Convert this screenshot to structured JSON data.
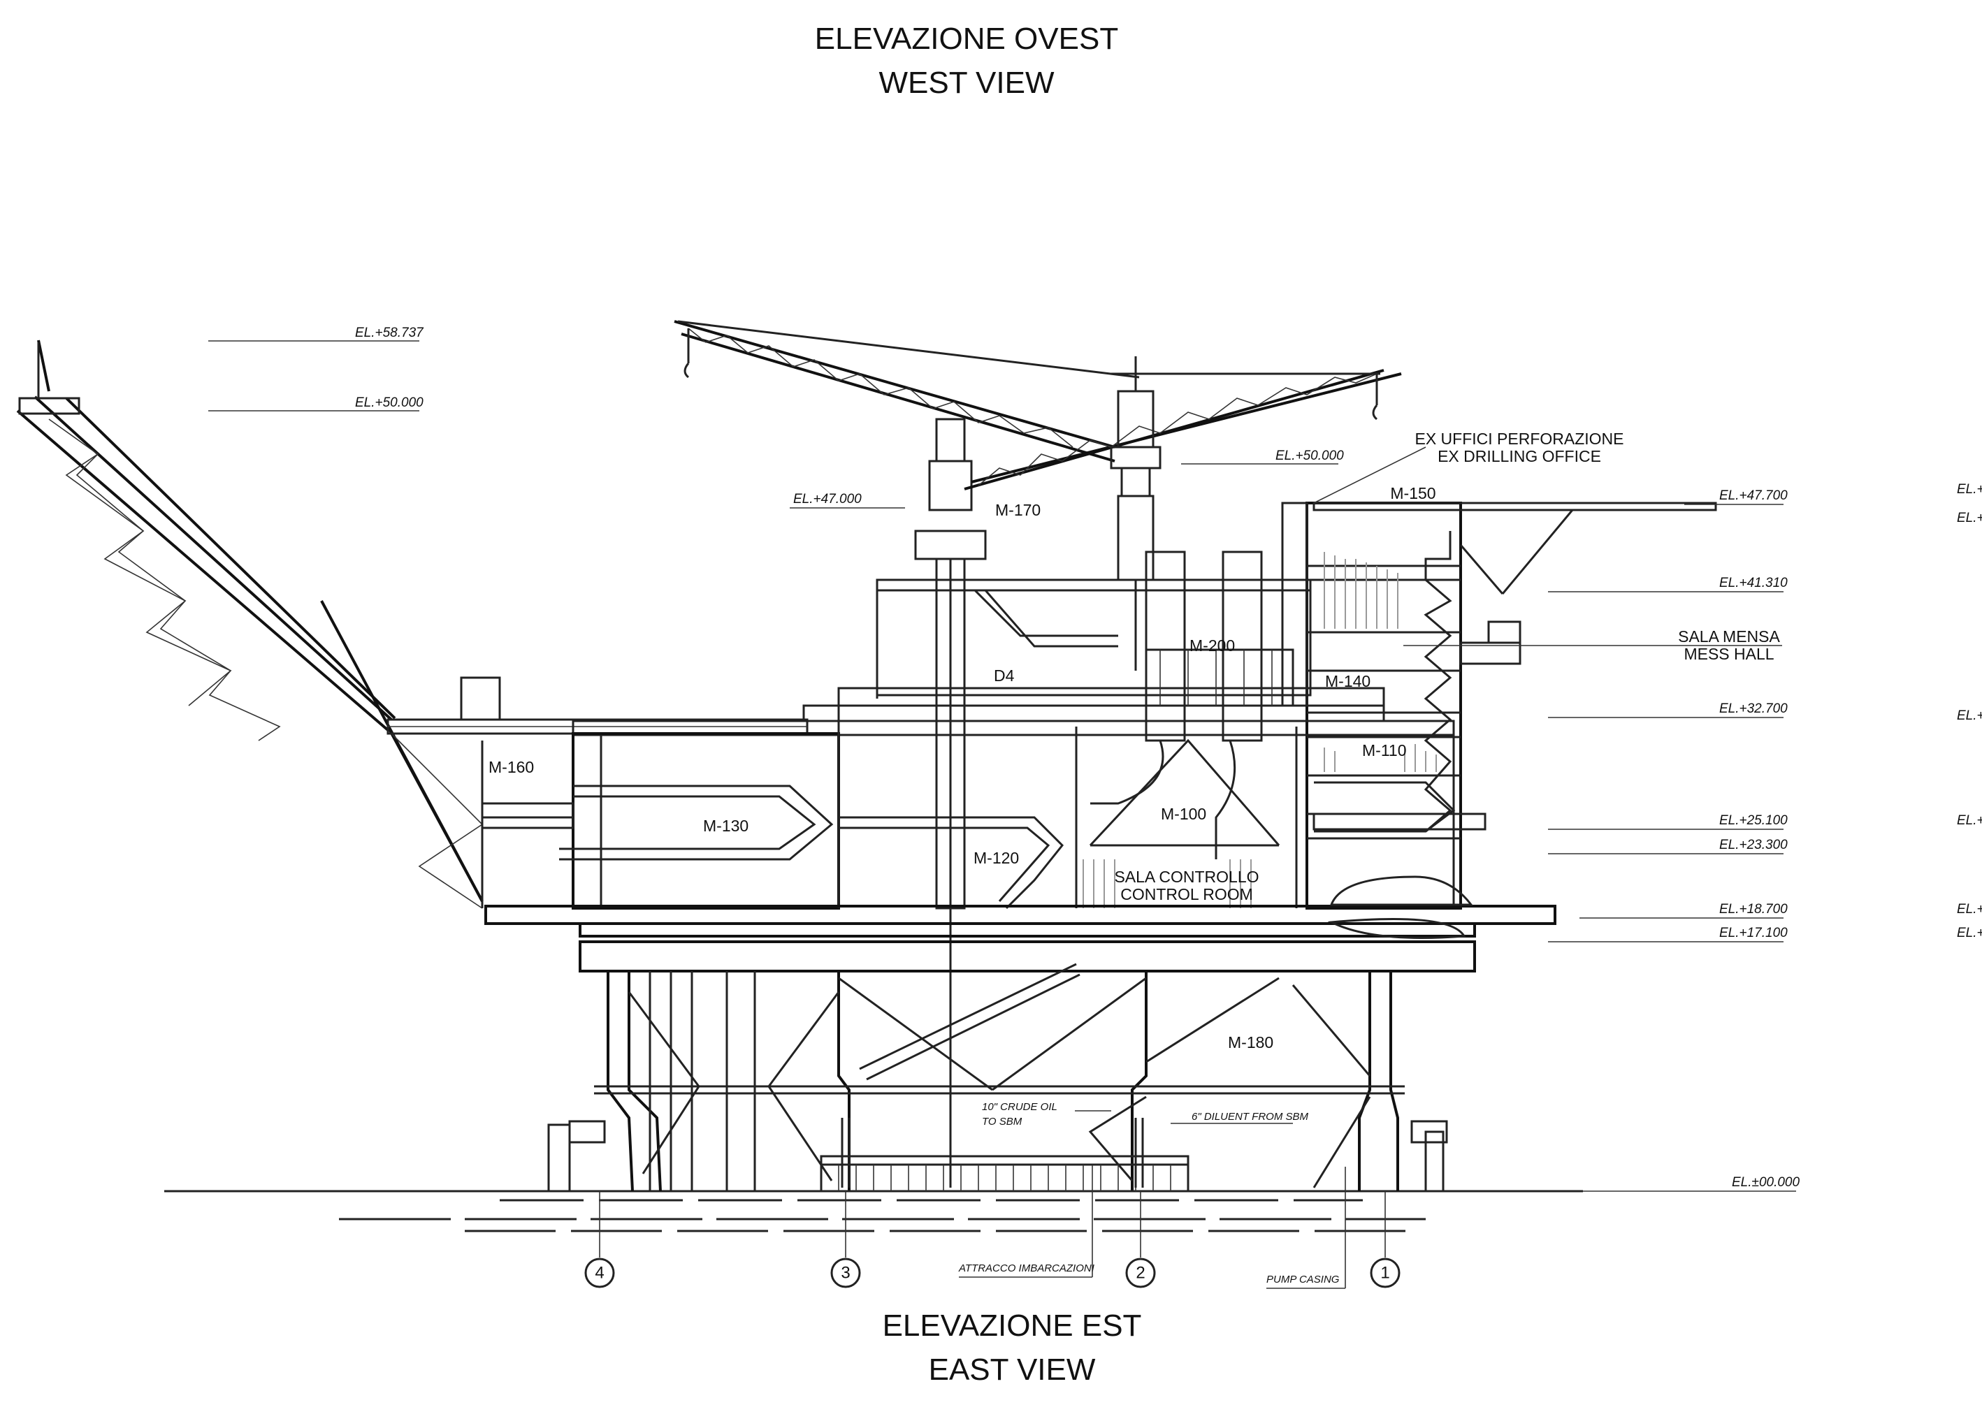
{
  "titles": {
    "top_line1": "ELEVAZIONE OVEST",
    "top_line2": "WEST VIEW",
    "bottom_line1": "ELEVAZIONE EST",
    "bottom_line2": "EAST VIEW"
  },
  "module_labels": {
    "m150": "M-150",
    "m170": "M-170",
    "m200": "M-200",
    "d4": "D4",
    "m140": "M-140",
    "m160": "M-160",
    "m110": "M-110",
    "m130": "M-130",
    "m100": "M-100",
    "m120": "M-120",
    "m180": "M-180"
  },
  "area_labels": {
    "drilling_office_it": "EX UFFICI PERFORAZIONE",
    "drilling_office_en": "EX DRILLING OFFICE",
    "mess_hall_it": "SALA MENSA",
    "mess_hall_en": "MESS HALL",
    "control_room_it": "SALA CONTROLLO",
    "control_room_en": "CONTROL ROOM"
  },
  "elevations": {
    "el_58737": "EL.+58.737",
    "el_50000_left": "EL.+50.000",
    "el_50000_mid": "EL.+50.000",
    "el_47000": "EL.+47.000",
    "el_47700": "EL.+47.700",
    "el_41310": "EL.+41.310",
    "el_32700": "EL.+32.700",
    "el_25100": "EL.+25.100",
    "el_23300": "EL.+23.300",
    "el_18700": "EL.+18.700",
    "el_17100": "EL.+17.100",
    "el_00000": "EL.±00.000"
  },
  "edge_elevations": [
    "EL.+",
    "EL.+",
    "EL.+",
    "EL.+",
    "EL.+",
    "EL.+"
  ],
  "annotations": {
    "crude_oil_line1": "10\" CRUDE OIL",
    "crude_oil_line2": "TO SBM",
    "diluent": "6\" DILUENT FROM SBM",
    "attracco": "ATTRACCO IMBARCAZIONI",
    "pump_casing": "PUMP CASING"
  },
  "grid_markers": [
    "4",
    "3",
    "2",
    "1"
  ]
}
